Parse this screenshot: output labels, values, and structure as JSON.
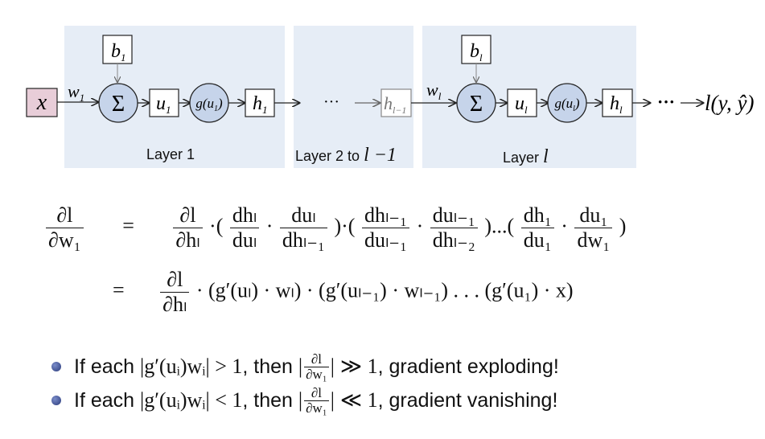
{
  "diagram": {
    "input_label": "x",
    "weight_first": "w",
    "weight_first_sub": "1",
    "bias_first": "b",
    "bias_first_sub": "1",
    "sum_symbol": "Σ",
    "u_first": "u",
    "u_first_sub": "1",
    "g_first": "g(u",
    "g_first_sub": "1",
    "g_close": ")",
    "h_first": "h",
    "h_first_sub": "1",
    "ellipsis": "···",
    "h_prev": "h",
    "h_prev_sub": "l−1",
    "weight_last": "w",
    "weight_last_sub": "l",
    "bias_last": "b",
    "bias_last_sub": "l",
    "u_last": "u",
    "u_last_sub": "l",
    "g_last": "g(u",
    "g_last_sub": "l",
    "h_last": "h",
    "h_last_sub": "l",
    "loss": "l(y, ŷ)",
    "layer1_label": "Layer 1",
    "layer_mid_label": "Layer 2 to ",
    "layer_mid_math": "l −1",
    "layer_last_label": "Layer ",
    "layer_last_math": "l"
  },
  "equations": {
    "lhs_num": "∂l",
    "lhs_den": "∂w₁",
    "equals": "=",
    "line1_fracs": [
      {
        "num": "∂l",
        "den": "∂hₗ"
      },
      {
        "num": "dhₗ",
        "den": "duₗ"
      },
      {
        "num": "duₗ",
        "den": "dhₗ₋₁"
      },
      {
        "num": "dhₗ₋₁",
        "den": "duₗ₋₁"
      },
      {
        "num": "duₗ₋₁",
        "den": "dhₗ₋₂"
      },
      {
        "num": "dh₁",
        "den": "du₁"
      },
      {
        "num": "du₁",
        "den": "dw₁"
      }
    ],
    "line2_frac": {
      "num": "∂l",
      "den": "∂hₗ"
    },
    "line2_rest": "· (g′(uₗ) · wₗ) · (g′(uₗ₋₁) · wₗ₋₁) . . . (g′(u₁) · x)"
  },
  "bullets": [
    {
      "prefix": "If each",
      "cond": "|g′(uᵢ)wᵢ| > 1",
      "then": "then",
      "frac_num": "∂l",
      "frac_den": "∂w₁",
      "rel": "≫ 1",
      "tail": "gradient exploding!"
    },
    {
      "prefix": "If each",
      "cond": "|g′(uᵢ)wᵢ| < 1",
      "then": "then",
      "frac_num": "∂l",
      "frac_den": "∂w₁",
      "rel": "≪ 1",
      "tail": "gradient vanishing!"
    }
  ],
  "colors": {
    "panel": "#e6edf6",
    "input_fill": "#e8cdd8",
    "circle_fill": "#c6d4ea",
    "stroke": "#222222"
  }
}
